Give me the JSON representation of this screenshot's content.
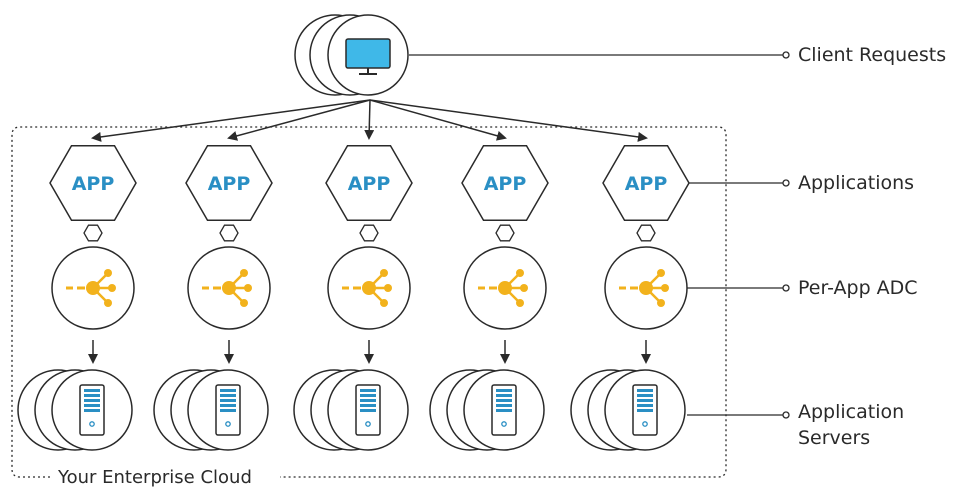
{
  "labels": {
    "client_requests": "Client Requests",
    "applications": "Applications",
    "per_app_adc": "Per-App ADC",
    "application_servers_line1": "Application",
    "application_servers_line2": "Servers",
    "enterprise_cloud": "Your Enterprise Cloud"
  },
  "columns": [
    {
      "app_label": "APP"
    },
    {
      "app_label": "APP"
    },
    {
      "app_label": "APP"
    },
    {
      "app_label": "APP"
    },
    {
      "app_label": "APP"
    }
  ],
  "icons": {
    "client": "monitor-icon",
    "adc": "load-balancer-icon",
    "server": "server-icon"
  },
  "colors": {
    "stroke": "#2a2a2a",
    "monitor": "#3fb8e8",
    "adc": "#f2b21c",
    "app_text": "#2a8fc4",
    "server": "#2a8fc4"
  }
}
